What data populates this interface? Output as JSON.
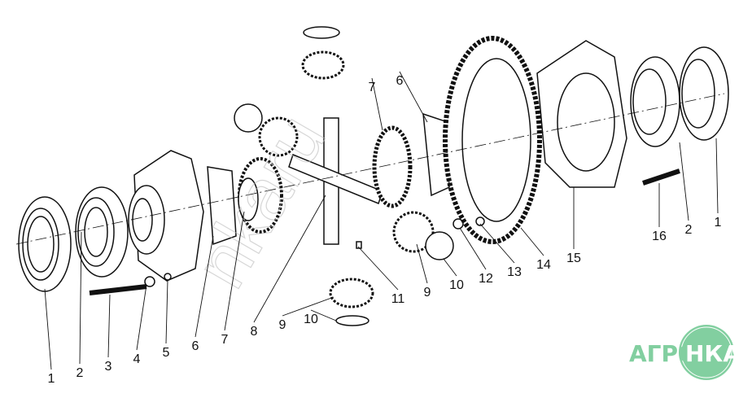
{
  "diagram": {
    "part_labels": [
      "1",
      "2",
      "3",
      "4",
      "5",
      "6",
      "7",
      "8",
      "9",
      "10",
      "11",
      "9",
      "10",
      "12",
      "13",
      "14",
      "15",
      "16",
      "2",
      "1",
      "7",
      "6"
    ],
    "watermark": "nkaru",
    "logo": {
      "left_text": "АГРО",
      "right_text": "НКА",
      "color": "#82cfa0"
    }
  }
}
